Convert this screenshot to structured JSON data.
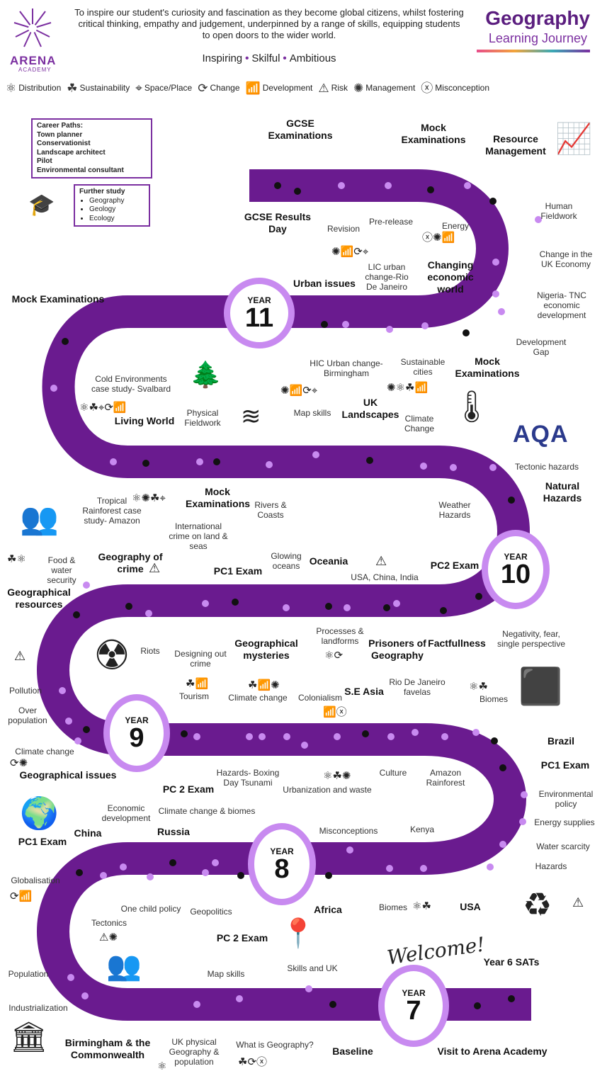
{
  "header": {
    "mission": "To inspire our student's curiosity and fascination as they become global citizens, whilst fostering critical thinking, empathy and judgement, underpinned by a range of skills, equipping students to open doors to the wider world.",
    "tagline": [
      "Inspiring",
      "Skilful",
      "Ambitious"
    ],
    "school_name": "ARENA",
    "school_sub": "ACADEMY",
    "title": "Geography",
    "subtitle": "Learning Journey"
  },
  "legend": [
    {
      "label": "Distribution",
      "icon": "network-icon"
    },
    {
      "label": "Sustainability",
      "icon": "hand-plant-icon"
    },
    {
      "label": "Space/Place",
      "icon": "location-pin-icon"
    },
    {
      "label": "Change",
      "icon": "cycle-arrows-icon"
    },
    {
      "label": "Development",
      "icon": "growth-chart-icon"
    },
    {
      "label": "Risk",
      "icon": "warning-icon"
    },
    {
      "label": "Management",
      "icon": "puzzle-head-icon"
    },
    {
      "label": "Misconception",
      "icon": "x-circle-icon"
    }
  ],
  "careers": {
    "title": "Career Paths:",
    "items": [
      "Town planner",
      "Conservationist",
      "Landscape architect",
      "Pilot",
      "Environmental consultant"
    ]
  },
  "further_study": {
    "title": "Further study",
    "items": [
      "Geography",
      "Geology",
      "Ecology"
    ]
  },
  "years": {
    "word": "YEAR",
    "y11": "11",
    "y10": "10",
    "y9": "9",
    "y8": "8",
    "y7": "7"
  },
  "aqa": "AQA",
  "welcome": "Welcome!",
  "labels": {
    "gcse_exams": "GCSE Examinations",
    "mock_top": "Mock Examinations",
    "resource_mgmt": "Resource Management",
    "gcse_results": "GCSE Results Day",
    "revision": "Revision",
    "prerelease": "Pre-release",
    "energy": "Energy",
    "human_fieldwork": "Human Fieldwork",
    "change_uk": "Change in the UK Economy",
    "lic_urban": "LIC urban change-Rio De Janeiro",
    "changing_world": "Changing economic world",
    "urban_issues": "Urban issues",
    "nigeria": "Nigeria- TNC economic development",
    "dev_gap": "Development Gap",
    "mock_left": "Mock Examinations",
    "mock_y11": "Mock Examinations",
    "hic_urban": "HIC Urban change- Birmingham",
    "sustainable_cities": "Sustainable cities",
    "cold_env": "Cold Environments case study- Svalbard",
    "living_world": "Living World",
    "physical_fieldwork": "Physical Fieldwork",
    "map_skills_10": "Map skills",
    "uk_landscapes": "UK Landscapes",
    "climate_change_10": "Climate Change",
    "tectonic_hazards": "Tectonic hazards",
    "natural_hazards": "Natural Hazards",
    "tropical_rf": "Tropical Rainforest case study- Amazon",
    "mock_y10": "Mock Examinations",
    "rivers": "Rivers & Coasts",
    "weather_hazards": "Weather Hazards",
    "intl_crime": "International crime on land & seas",
    "food_water": "Food & water security",
    "geo_crime": "Geography of crime",
    "pc1_y9": "PC1 Exam",
    "glowing_oceans": "Glowing oceans",
    "oceania": "Oceania",
    "usa_china_india": "USA, China, India",
    "pc2_y9": "PC2 Exam",
    "geo_resources": "Geographical resources",
    "riots": "Riots",
    "designing_crime": "Designing out crime",
    "geo_mysteries": "Geographical mysteries",
    "processes": "Processes & landforms",
    "prisoners": "Prisoners of Geography",
    "factfullness": "Factfullness",
    "negativity": "Negativity, fear, single perspective",
    "pollution": "Pollution",
    "over_pop": "Over population",
    "tourism": "Tourism",
    "climate_change_9": "Climate change",
    "colonialism": "Colonialism",
    "se_asia": "S.E Asia",
    "rio_favelas": "Rio De Janeiro favelas",
    "biomes_9": "Biomes",
    "climate_change_left": "Climate change",
    "brazil": "Brazil",
    "geo_issues": "Geographical issues",
    "pc2_y8": "PC 2 Exam",
    "hazards_boxing": "Hazards- Boxing Day Tsunami",
    "urbanization": "Urbanization and waste",
    "culture": "Culture",
    "amazon_rf": "Amazon Rainforest",
    "pc1_y8": "PC1 Exam",
    "env_policy": "Environmental policy",
    "energy_supplies": "Energy supplies",
    "water_scarcity": "Water scarcity",
    "hazards_8": "Hazards",
    "pc1_y7": "PC1 Exam",
    "china": "China",
    "econ_dev": "Economic development",
    "climate_biomes": "Climate change & biomes",
    "russia": "Russia",
    "misconceptions": "Misconceptions",
    "kenya": "Kenya",
    "globalisation": "Globalisation",
    "one_child": "One child policy",
    "tectonics": "Tectonics",
    "geopolitics": "Geopolitics",
    "pc2_y7": "PC 2 Exam",
    "africa": "Africa",
    "biomes_8": "Biomes",
    "usa": "USA",
    "population": "Population",
    "map_skills_7": "Map skills",
    "skills_uk": "Skills and UK",
    "year6_sats": "Year 6 SATs",
    "industrialization": "Industrialization",
    "birmingham": "Birmingham & the Commonwealth",
    "uk_physical": "UK physical Geography & population",
    "what_is_geo": "What is Geography?",
    "baseline": "Baseline",
    "visit_arena": "Visit to Arena Academy"
  },
  "colors": {
    "path": "#6a1b8f",
    "ring": "#c88af0",
    "accent": "#7b2fa0",
    "marker": "#c88af0"
  }
}
